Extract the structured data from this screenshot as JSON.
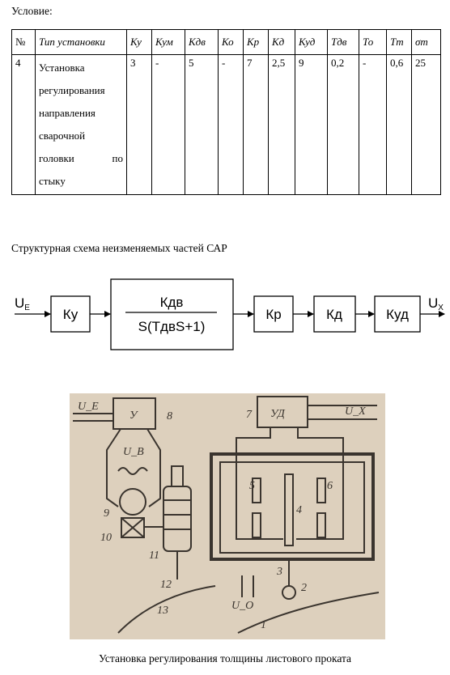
{
  "condition_label": "Условие:",
  "table": {
    "headers": [
      "№",
      "Тип установки",
      "Ку",
      "Кум",
      "Кдв",
      "Ко",
      "Кр",
      "Кд",
      "Куд",
      "Тдв",
      "То",
      "Тт",
      "σт"
    ],
    "row": {
      "num": "4",
      "type_lines": [
        "Установка",
        "регулирования",
        "направления",
        "сварочной",
        "головки по",
        "стыку"
      ],
      "values": [
        "3",
        "-",
        "5",
        "-",
        "7",
        "2,5",
        "9",
        "0,2",
        "-",
        "0,6",
        "25"
      ]
    }
  },
  "schema_label": "Структурная схема неизменяемых частей САР",
  "diagram": {
    "input_main": "U",
    "input_sub": "E",
    "output_main": "U",
    "output_sub": "X",
    "k_u": "Ку",
    "k_dv_num": "Кдв",
    "k_dv_den": "S(TдвS+1)",
    "k_r": "Кр",
    "k_d": "Кд",
    "k_ud": "Куд"
  },
  "photo_labels": {
    "u_e": "U_E",
    "amp": "У",
    "n8": "8",
    "u_v": "U_B",
    "n7": "7",
    "ud": "УД",
    "u_x": "U_X",
    "n5": "5",
    "n6": "6",
    "n4": "4",
    "n9": "9",
    "n10": "10",
    "n11": "11",
    "n12": "12",
    "n13": "13",
    "n3": "3",
    "n2": "2",
    "u_o": "U_O",
    "n1": "1"
  },
  "caption": "Установка регулирования толщины листового проката"
}
